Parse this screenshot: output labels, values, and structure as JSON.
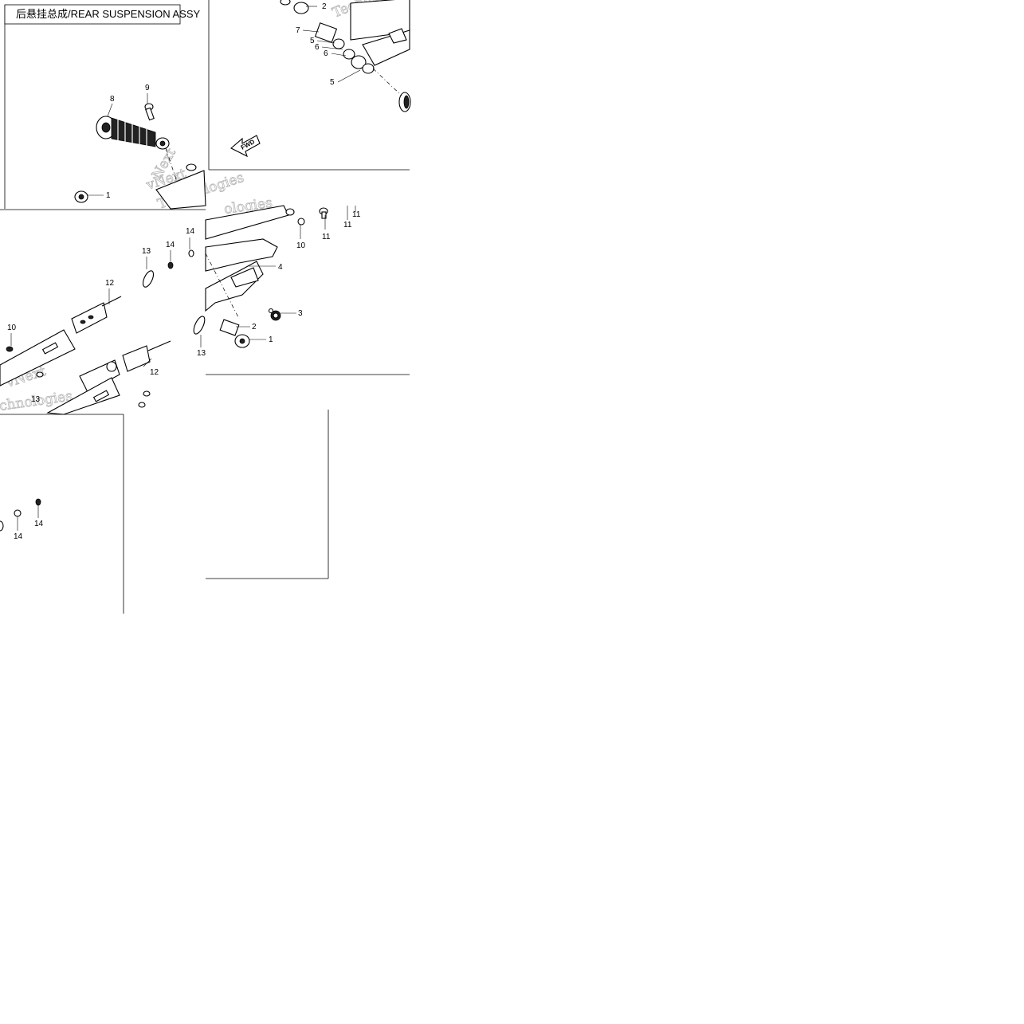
{
  "diagram": {
    "title": "后悬挂总成/REAR SUSPENSION  ASSY",
    "fwd_label": "FWD",
    "watermark_tokens": [
      "vNext",
      "Technologies",
      "vNext",
      "Techno",
      "chnologies",
      "Next",
      "ologies",
      "Techno"
    ],
    "callouts": [
      {
        "id": "c1",
        "label": "2"
      },
      {
        "id": "c2",
        "label": "7"
      },
      {
        "id": "c3",
        "label": "5"
      },
      {
        "id": "c4",
        "label": "6"
      },
      {
        "id": "c5",
        "label": "6"
      },
      {
        "id": "c6",
        "label": "5"
      },
      {
        "id": "c7",
        "label": "9"
      },
      {
        "id": "c8",
        "label": "8"
      },
      {
        "id": "c9",
        "label": "1"
      },
      {
        "id": "c10",
        "label": "11"
      },
      {
        "id": "c11",
        "label": "11"
      },
      {
        "id": "c12",
        "label": "11"
      },
      {
        "id": "c13",
        "label": "10"
      },
      {
        "id": "c14",
        "label": "4"
      },
      {
        "id": "c15",
        "label": "3"
      },
      {
        "id": "c16",
        "label": "2"
      },
      {
        "id": "c17",
        "label": "1"
      },
      {
        "id": "c18",
        "label": "14"
      },
      {
        "id": "c19",
        "label": "14"
      },
      {
        "id": "c20",
        "label": "13"
      },
      {
        "id": "c21",
        "label": "12"
      },
      {
        "id": "c22",
        "label": "10"
      },
      {
        "id": "c23",
        "label": "13"
      },
      {
        "id": "c24",
        "label": "12"
      },
      {
        "id": "c25",
        "label": "13"
      },
      {
        "id": "c26",
        "label": "14"
      },
      {
        "id": "c27",
        "label": "14"
      }
    ]
  }
}
